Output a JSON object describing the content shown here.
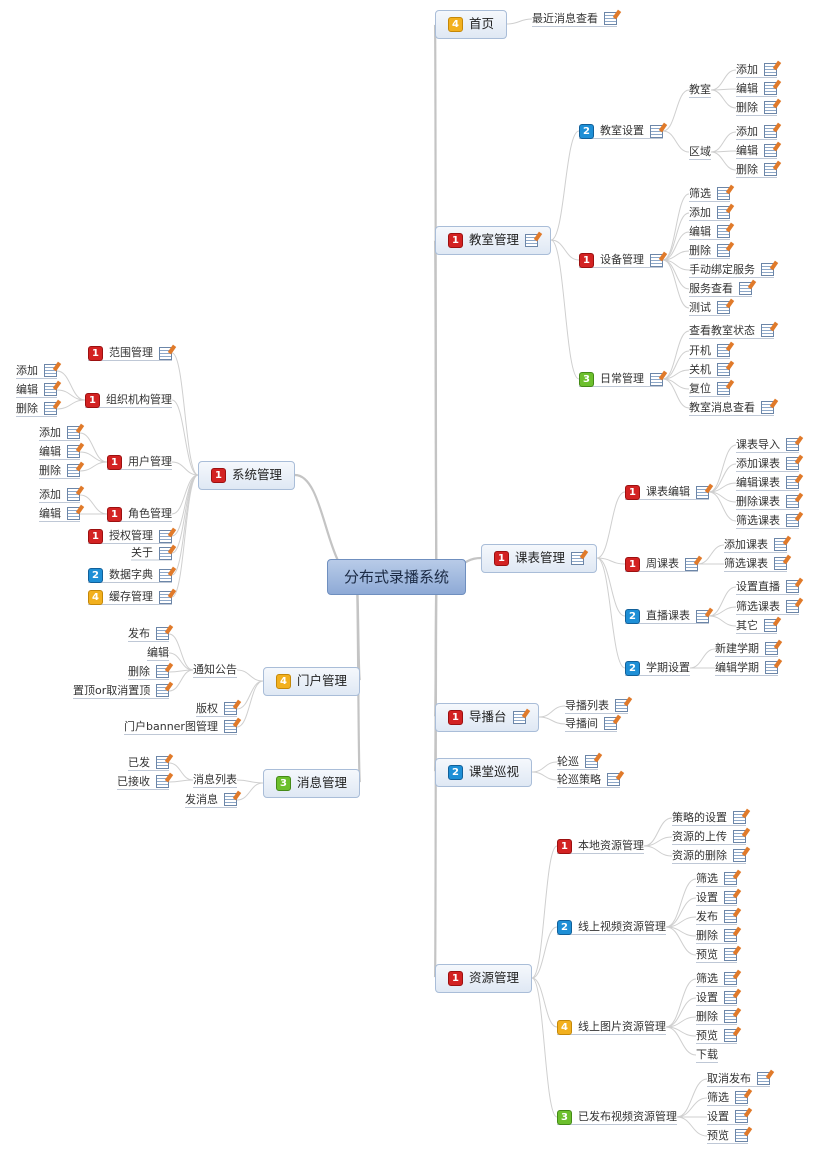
{
  "root": {
    "id": "root",
    "label": "分布式录播系统"
  },
  "nodes": [
    {
      "id": "home",
      "label": "首页",
      "priority": 4
    },
    {
      "id": "home-recent",
      "label": "最近消息查看",
      "note": true
    },
    {
      "id": "room",
      "label": "教室管理",
      "priority": 1,
      "note": true
    },
    {
      "id": "room-set",
      "label": "教室设置",
      "priority": 2,
      "note": true
    },
    {
      "id": "rs-room",
      "label": "教室"
    },
    {
      "id": "rs-room-add",
      "label": "添加",
      "note": true
    },
    {
      "id": "rs-room-edit",
      "label": "编辑",
      "note": true
    },
    {
      "id": "rs-room-del",
      "label": "删除",
      "note": true
    },
    {
      "id": "rs-area",
      "label": "区域"
    },
    {
      "id": "rs-area-add",
      "label": "添加",
      "note": true
    },
    {
      "id": "rs-area-edit",
      "label": "编辑",
      "note": true
    },
    {
      "id": "rs-area-del",
      "label": "删除",
      "note": true
    },
    {
      "id": "dev",
      "label": "设备管理",
      "priority": 1,
      "note": true
    },
    {
      "id": "dev-1",
      "label": "筛选",
      "note": true
    },
    {
      "id": "dev-2",
      "label": "添加",
      "note": true
    },
    {
      "id": "dev-3",
      "label": "编辑",
      "note": true
    },
    {
      "id": "dev-4",
      "label": "删除",
      "note": true
    },
    {
      "id": "dev-5",
      "label": "手动绑定服务",
      "note": true
    },
    {
      "id": "dev-6",
      "label": "服务查看",
      "note": true
    },
    {
      "id": "dev-7",
      "label": "测试",
      "note": true
    },
    {
      "id": "daily",
      "label": "日常管理",
      "priority": 3,
      "note": true
    },
    {
      "id": "daily-1",
      "label": "查看教室状态",
      "note": true
    },
    {
      "id": "daily-2",
      "label": "开机",
      "note": true
    },
    {
      "id": "daily-3",
      "label": "关机",
      "note": true
    },
    {
      "id": "daily-4",
      "label": "复位",
      "note": true
    },
    {
      "id": "daily-5",
      "label": "教室消息查看",
      "note": true
    },
    {
      "id": "sched",
      "label": "课表管理",
      "priority": 1,
      "note": true
    },
    {
      "id": "sch-edit",
      "label": "课表编辑",
      "priority": 1,
      "note": true
    },
    {
      "id": "se-1",
      "label": "课表导入",
      "note": true
    },
    {
      "id": "se-2",
      "label": "添加课表",
      "note": true
    },
    {
      "id": "se-3",
      "label": "编辑课表",
      "note": true
    },
    {
      "id": "se-4",
      "label": "删除课表",
      "note": true
    },
    {
      "id": "se-5",
      "label": "筛选课表",
      "note": true
    },
    {
      "id": "sch-week",
      "label": "周课表",
      "priority": 1,
      "note": true
    },
    {
      "id": "sw-1",
      "label": "添加课表",
      "note": true
    },
    {
      "id": "sw-2",
      "label": "筛选课表",
      "note": true
    },
    {
      "id": "sch-live",
      "label": "直播课表",
      "priority": 2,
      "note": true
    },
    {
      "id": "sl-1",
      "label": "设置直播",
      "note": true
    },
    {
      "id": "sl-2",
      "label": "筛选课表",
      "note": true
    },
    {
      "id": "sl-3",
      "label": "其它",
      "note": true
    },
    {
      "id": "sch-term",
      "label": "学期设置",
      "priority": 2
    },
    {
      "id": "st-1",
      "label": "新建学期",
      "note": true
    },
    {
      "id": "st-2",
      "label": "编辑学期",
      "note": true
    },
    {
      "id": "director",
      "label": "导播台",
      "priority": 1,
      "note": true
    },
    {
      "id": "dir-1",
      "label": "导播列表",
      "note": true
    },
    {
      "id": "dir-2",
      "label": "导播间",
      "note": true
    },
    {
      "id": "patrol",
      "label": "课堂巡视",
      "priority": 2
    },
    {
      "id": "pat-1",
      "label": "轮巡",
      "note": true
    },
    {
      "id": "pat-2",
      "label": "轮巡策略",
      "note": true
    },
    {
      "id": "res",
      "label": "资源管理",
      "priority": 1
    },
    {
      "id": "res-local",
      "label": "本地资源管理",
      "priority": 1
    },
    {
      "id": "rl-1",
      "label": "策略的设置",
      "note": true
    },
    {
      "id": "rl-2",
      "label": "资源的上传",
      "note": true
    },
    {
      "id": "rl-3",
      "label": "资源的删除",
      "note": true
    },
    {
      "id": "res-video",
      "label": "线上视频资源管理",
      "priority": 2
    },
    {
      "id": "rv-1",
      "label": "筛选",
      "note": true
    },
    {
      "id": "rv-2",
      "label": "设置",
      "note": true
    },
    {
      "id": "rv-3",
      "label": "发布",
      "note": true
    },
    {
      "id": "rv-4",
      "label": "删除",
      "note": true
    },
    {
      "id": "rv-5",
      "label": "预览",
      "note": true
    },
    {
      "id": "res-img",
      "label": "线上图片资源管理",
      "priority": 4
    },
    {
      "id": "ri-1",
      "label": "筛选",
      "note": true
    },
    {
      "id": "ri-2",
      "label": "设置",
      "note": true
    },
    {
      "id": "ri-3",
      "label": "删除",
      "note": true
    },
    {
      "id": "ri-4",
      "label": "预览",
      "note": true
    },
    {
      "id": "ri-5",
      "label": "下载"
    },
    {
      "id": "res-pub",
      "label": "已发布视频资源管理",
      "priority": 3
    },
    {
      "id": "rp-1",
      "label": "取消发布",
      "note": true
    },
    {
      "id": "rp-2",
      "label": "筛选",
      "note": true
    },
    {
      "id": "rp-3",
      "label": "设置",
      "note": true
    },
    {
      "id": "rp-4",
      "label": "预览",
      "note": true
    },
    {
      "id": "sys",
      "label": "系统管理",
      "priority": 1
    },
    {
      "id": "sys-scope",
      "label": "范围管理",
      "priority": 1,
      "note": true
    },
    {
      "id": "sys-org",
      "label": "组织机构管理",
      "priority": 1
    },
    {
      "id": "so-1",
      "label": "添加",
      "note": true
    },
    {
      "id": "so-2",
      "label": "编辑",
      "note": true
    },
    {
      "id": "so-3",
      "label": "删除",
      "note": true
    },
    {
      "id": "sys-user",
      "label": "用户管理",
      "priority": 1
    },
    {
      "id": "su-1",
      "label": "添加",
      "note": true
    },
    {
      "id": "su-2",
      "label": "编辑",
      "note": true
    },
    {
      "id": "su-3",
      "label": "删除",
      "note": true
    },
    {
      "id": "sys-role",
      "label": "角色管理",
      "priority": 1
    },
    {
      "id": "sr-1",
      "label": "添加",
      "note": true
    },
    {
      "id": "sr-2",
      "label": "编辑",
      "note": true
    },
    {
      "id": "sys-auth",
      "label": "授权管理",
      "priority": 1,
      "note": true
    },
    {
      "id": "sys-about",
      "label": "关于",
      "note": true
    },
    {
      "id": "sys-dict",
      "label": "数据字典",
      "priority": 2,
      "note": true
    },
    {
      "id": "sys-cache",
      "label": "缓存管理",
      "priority": 4,
      "note": true
    },
    {
      "id": "portal",
      "label": "门户管理",
      "priority": 4
    },
    {
      "id": "por-notice",
      "label": "通知公告"
    },
    {
      "id": "pn-1",
      "label": "发布",
      "note": true
    },
    {
      "id": "pn-2",
      "label": "编辑"
    },
    {
      "id": "pn-3",
      "label": "删除",
      "note": true
    },
    {
      "id": "pn-4",
      "label": "置顶or取消置顶",
      "note": true
    },
    {
      "id": "por-copy",
      "label": "版权",
      "note": true
    },
    {
      "id": "por-banner",
      "label": "门户banner图管理",
      "note": true
    },
    {
      "id": "msg",
      "label": "消息管理",
      "priority": 3
    },
    {
      "id": "msg-list",
      "label": "消息列表"
    },
    {
      "id": "ml-1",
      "label": "已发",
      "note": true
    },
    {
      "id": "ml-2",
      "label": "已接收",
      "note": true
    },
    {
      "id": "msg-send",
      "label": "发消息",
      "note": true
    }
  ],
  "edges": [
    [
      "root",
      "home"
    ],
    [
      "home",
      "home-recent"
    ],
    [
      "root",
      "room"
    ],
    [
      "room",
      "room-set"
    ],
    [
      "room-set",
      "rs-room"
    ],
    [
      "rs-room",
      "rs-room-add"
    ],
    [
      "rs-room",
      "rs-room-edit"
    ],
    [
      "rs-room",
      "rs-room-del"
    ],
    [
      "room-set",
      "rs-area"
    ],
    [
      "rs-area",
      "rs-area-add"
    ],
    [
      "rs-area",
      "rs-area-edit"
    ],
    [
      "rs-area",
      "rs-area-del"
    ],
    [
      "room",
      "dev"
    ],
    [
      "dev",
      "dev-1"
    ],
    [
      "dev",
      "dev-2"
    ],
    [
      "dev",
      "dev-3"
    ],
    [
      "dev",
      "dev-4"
    ],
    [
      "dev",
      "dev-5"
    ],
    [
      "dev",
      "dev-6"
    ],
    [
      "dev",
      "dev-7"
    ],
    [
      "room",
      "daily"
    ],
    [
      "daily",
      "daily-1"
    ],
    [
      "daily",
      "daily-2"
    ],
    [
      "daily",
      "daily-3"
    ],
    [
      "daily",
      "daily-4"
    ],
    [
      "daily",
      "daily-5"
    ],
    [
      "root",
      "sched"
    ],
    [
      "sched",
      "sch-edit"
    ],
    [
      "sch-edit",
      "se-1"
    ],
    [
      "sch-edit",
      "se-2"
    ],
    [
      "sch-edit",
      "se-3"
    ],
    [
      "sch-edit",
      "se-4"
    ],
    [
      "sch-edit",
      "se-5"
    ],
    [
      "sched",
      "sch-week"
    ],
    [
      "sch-week",
      "sw-1"
    ],
    [
      "sch-week",
      "sw-2"
    ],
    [
      "sched",
      "sch-live"
    ],
    [
      "sch-live",
      "sl-1"
    ],
    [
      "sch-live",
      "sl-2"
    ],
    [
      "sch-live",
      "sl-3"
    ],
    [
      "sched",
      "sch-term"
    ],
    [
      "sch-term",
      "st-1"
    ],
    [
      "sch-term",
      "st-2"
    ],
    [
      "root",
      "director"
    ],
    [
      "director",
      "dir-1"
    ],
    [
      "director",
      "dir-2"
    ],
    [
      "root",
      "patrol"
    ],
    [
      "patrol",
      "pat-1"
    ],
    [
      "patrol",
      "pat-2"
    ],
    [
      "root",
      "res"
    ],
    [
      "res",
      "res-local"
    ],
    [
      "res-local",
      "rl-1"
    ],
    [
      "res-local",
      "rl-2"
    ],
    [
      "res-local",
      "rl-3"
    ],
    [
      "res",
      "res-video"
    ],
    [
      "res-video",
      "rv-1"
    ],
    [
      "res-video",
      "rv-2"
    ],
    [
      "res-video",
      "rv-3"
    ],
    [
      "res-video",
      "rv-4"
    ],
    [
      "res-video",
      "rv-5"
    ],
    [
      "res",
      "res-img"
    ],
    [
      "res-img",
      "ri-1"
    ],
    [
      "res-img",
      "ri-2"
    ],
    [
      "res-img",
      "ri-3"
    ],
    [
      "res-img",
      "ri-4"
    ],
    [
      "res-img",
      "ri-5"
    ],
    [
      "res",
      "res-pub"
    ],
    [
      "res-pub",
      "rp-1"
    ],
    [
      "res-pub",
      "rp-2"
    ],
    [
      "res-pub",
      "rp-3"
    ],
    [
      "res-pub",
      "rp-4"
    ],
    [
      "root",
      "sys"
    ],
    [
      "sys",
      "sys-scope"
    ],
    [
      "sys",
      "sys-org"
    ],
    [
      "sys-org",
      "so-1"
    ],
    [
      "sys-org",
      "so-2"
    ],
    [
      "sys-org",
      "so-3"
    ],
    [
      "sys",
      "sys-user"
    ],
    [
      "sys-user",
      "su-1"
    ],
    [
      "sys-user",
      "su-2"
    ],
    [
      "sys-user",
      "su-3"
    ],
    [
      "sys",
      "sys-role"
    ],
    [
      "sys-role",
      "sr-1"
    ],
    [
      "sys-role",
      "sr-2"
    ],
    [
      "sys",
      "sys-auth"
    ],
    [
      "sys",
      "sys-about"
    ],
    [
      "sys",
      "sys-dict"
    ],
    [
      "sys",
      "sys-cache"
    ],
    [
      "root",
      "portal"
    ],
    [
      "portal",
      "por-notice"
    ],
    [
      "por-notice",
      "pn-1"
    ],
    [
      "por-notice",
      "pn-2"
    ],
    [
      "por-notice",
      "pn-3"
    ],
    [
      "por-notice",
      "pn-4"
    ],
    [
      "portal",
      "por-copy"
    ],
    [
      "portal",
      "por-banner"
    ],
    [
      "root",
      "msg"
    ],
    [
      "msg",
      "msg-list"
    ],
    [
      "msg-list",
      "ml-1"
    ],
    [
      "msg-list",
      "ml-2"
    ],
    [
      "msg",
      "msg-send"
    ]
  ],
  "colors": {
    "p1": "#d32222",
    "p2": "#1e8fd6",
    "p3": "#6cbf2c",
    "p4": "#f2b01e",
    "line": "#c8c8c8",
    "root_fill": "#9fb7de",
    "branch_fill": "#e6edf7"
  }
}
